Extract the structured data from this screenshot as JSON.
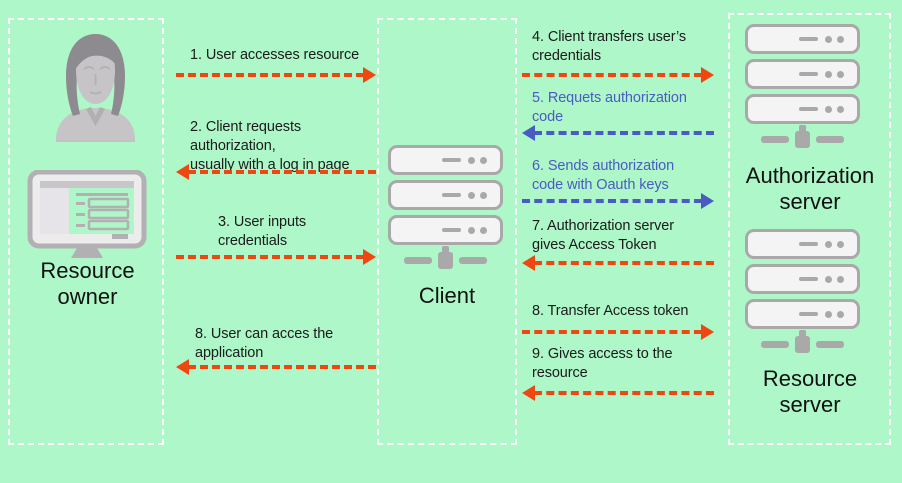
{
  "diagram": {
    "title": "OAuth authorization flow diagram",
    "background_color": "#aef7c8",
    "arrow_color_primary": "#ee4711",
    "arrow_color_secondary": "#4a5bc4",
    "icon_color": "#a9a9a9"
  },
  "lanes": [
    {
      "name": "resource-owner-lane"
    },
    {
      "name": "client-lane"
    },
    {
      "name": "servers-lane"
    }
  ],
  "nodes": {
    "resource_owner": {
      "label_line1": "Resource",
      "label_line2": "owner",
      "icon": "person-avatar-icon",
      "secondary_icon": "desktop-monitor-icon"
    },
    "client": {
      "label": "Client",
      "icon": "server-stack-icon"
    },
    "authorization_server": {
      "label_line1": "Authorization",
      "label_line2": "server",
      "icon": "server-stack-icon"
    },
    "resource_server": {
      "label_line1": "Resource",
      "label_line2": "server",
      "icon": "server-stack-icon"
    }
  },
  "steps": [
    {
      "id": 1,
      "text": "1. User accesses resource",
      "color": "#1b1b1b",
      "direction": "right"
    },
    {
      "id": 2,
      "text": "2. Client requests authorization, usually with a log in page",
      "color": "#1b1b1b",
      "direction": "left"
    },
    {
      "id": 3,
      "text": "3. User inputs credentials",
      "color": "#1b1b1b",
      "direction": "right"
    },
    {
      "id": 4,
      "text": "4. Client transfers user’s credentials",
      "color": "#1b1b1b",
      "direction": "right"
    },
    {
      "id": 5,
      "text": "5. Requets authorization code",
      "color": "#4a5bc4",
      "direction": "left"
    },
    {
      "id": 6,
      "text": "6. Sends authorization code with Oauth keys",
      "color": "#4a5bc4",
      "direction": "right"
    },
    {
      "id": 7,
      "text": "7. Authorization server gives Access Token",
      "color": "#1b1b1b",
      "direction": "left"
    },
    {
      "id": 8,
      "text": "8. Transfer Access token",
      "color": "#1b1b1b",
      "direction": "right"
    },
    {
      "id": 9,
      "text": "9. Gives access to the resource",
      "color": "#1b1b1b",
      "direction": "left"
    },
    {
      "id": 10,
      "text": "8. User can acces the application",
      "color": "#1b1b1b",
      "direction": "left"
    }
  ],
  "step_text": {
    "s1": "1. User accesses resource",
    "s2_l1": "2. Client requests authorization,",
    "s2_l2": "usually with a log in page",
    "s3_l1": "3. User inputs",
    "s3_l2": "credentials",
    "s4_l1": "4. Client transfers user’s",
    "s4_l2": "credentials",
    "s5_l1": "5. Requets authorization",
    "s5_l2": "code",
    "s6_l1": "6. Sends authorization",
    "s6_l2": "code with Oauth keys",
    "s7_l1": "7. Authorization server",
    "s7_l2": "gives Access Token",
    "s8_l1": "8. Transfer Access token",
    "s9_l1": "9. Gives access to the",
    "s9_l2": "resource",
    "s10_l1": "8. User can acces the",
    "s10_l2": "application"
  }
}
